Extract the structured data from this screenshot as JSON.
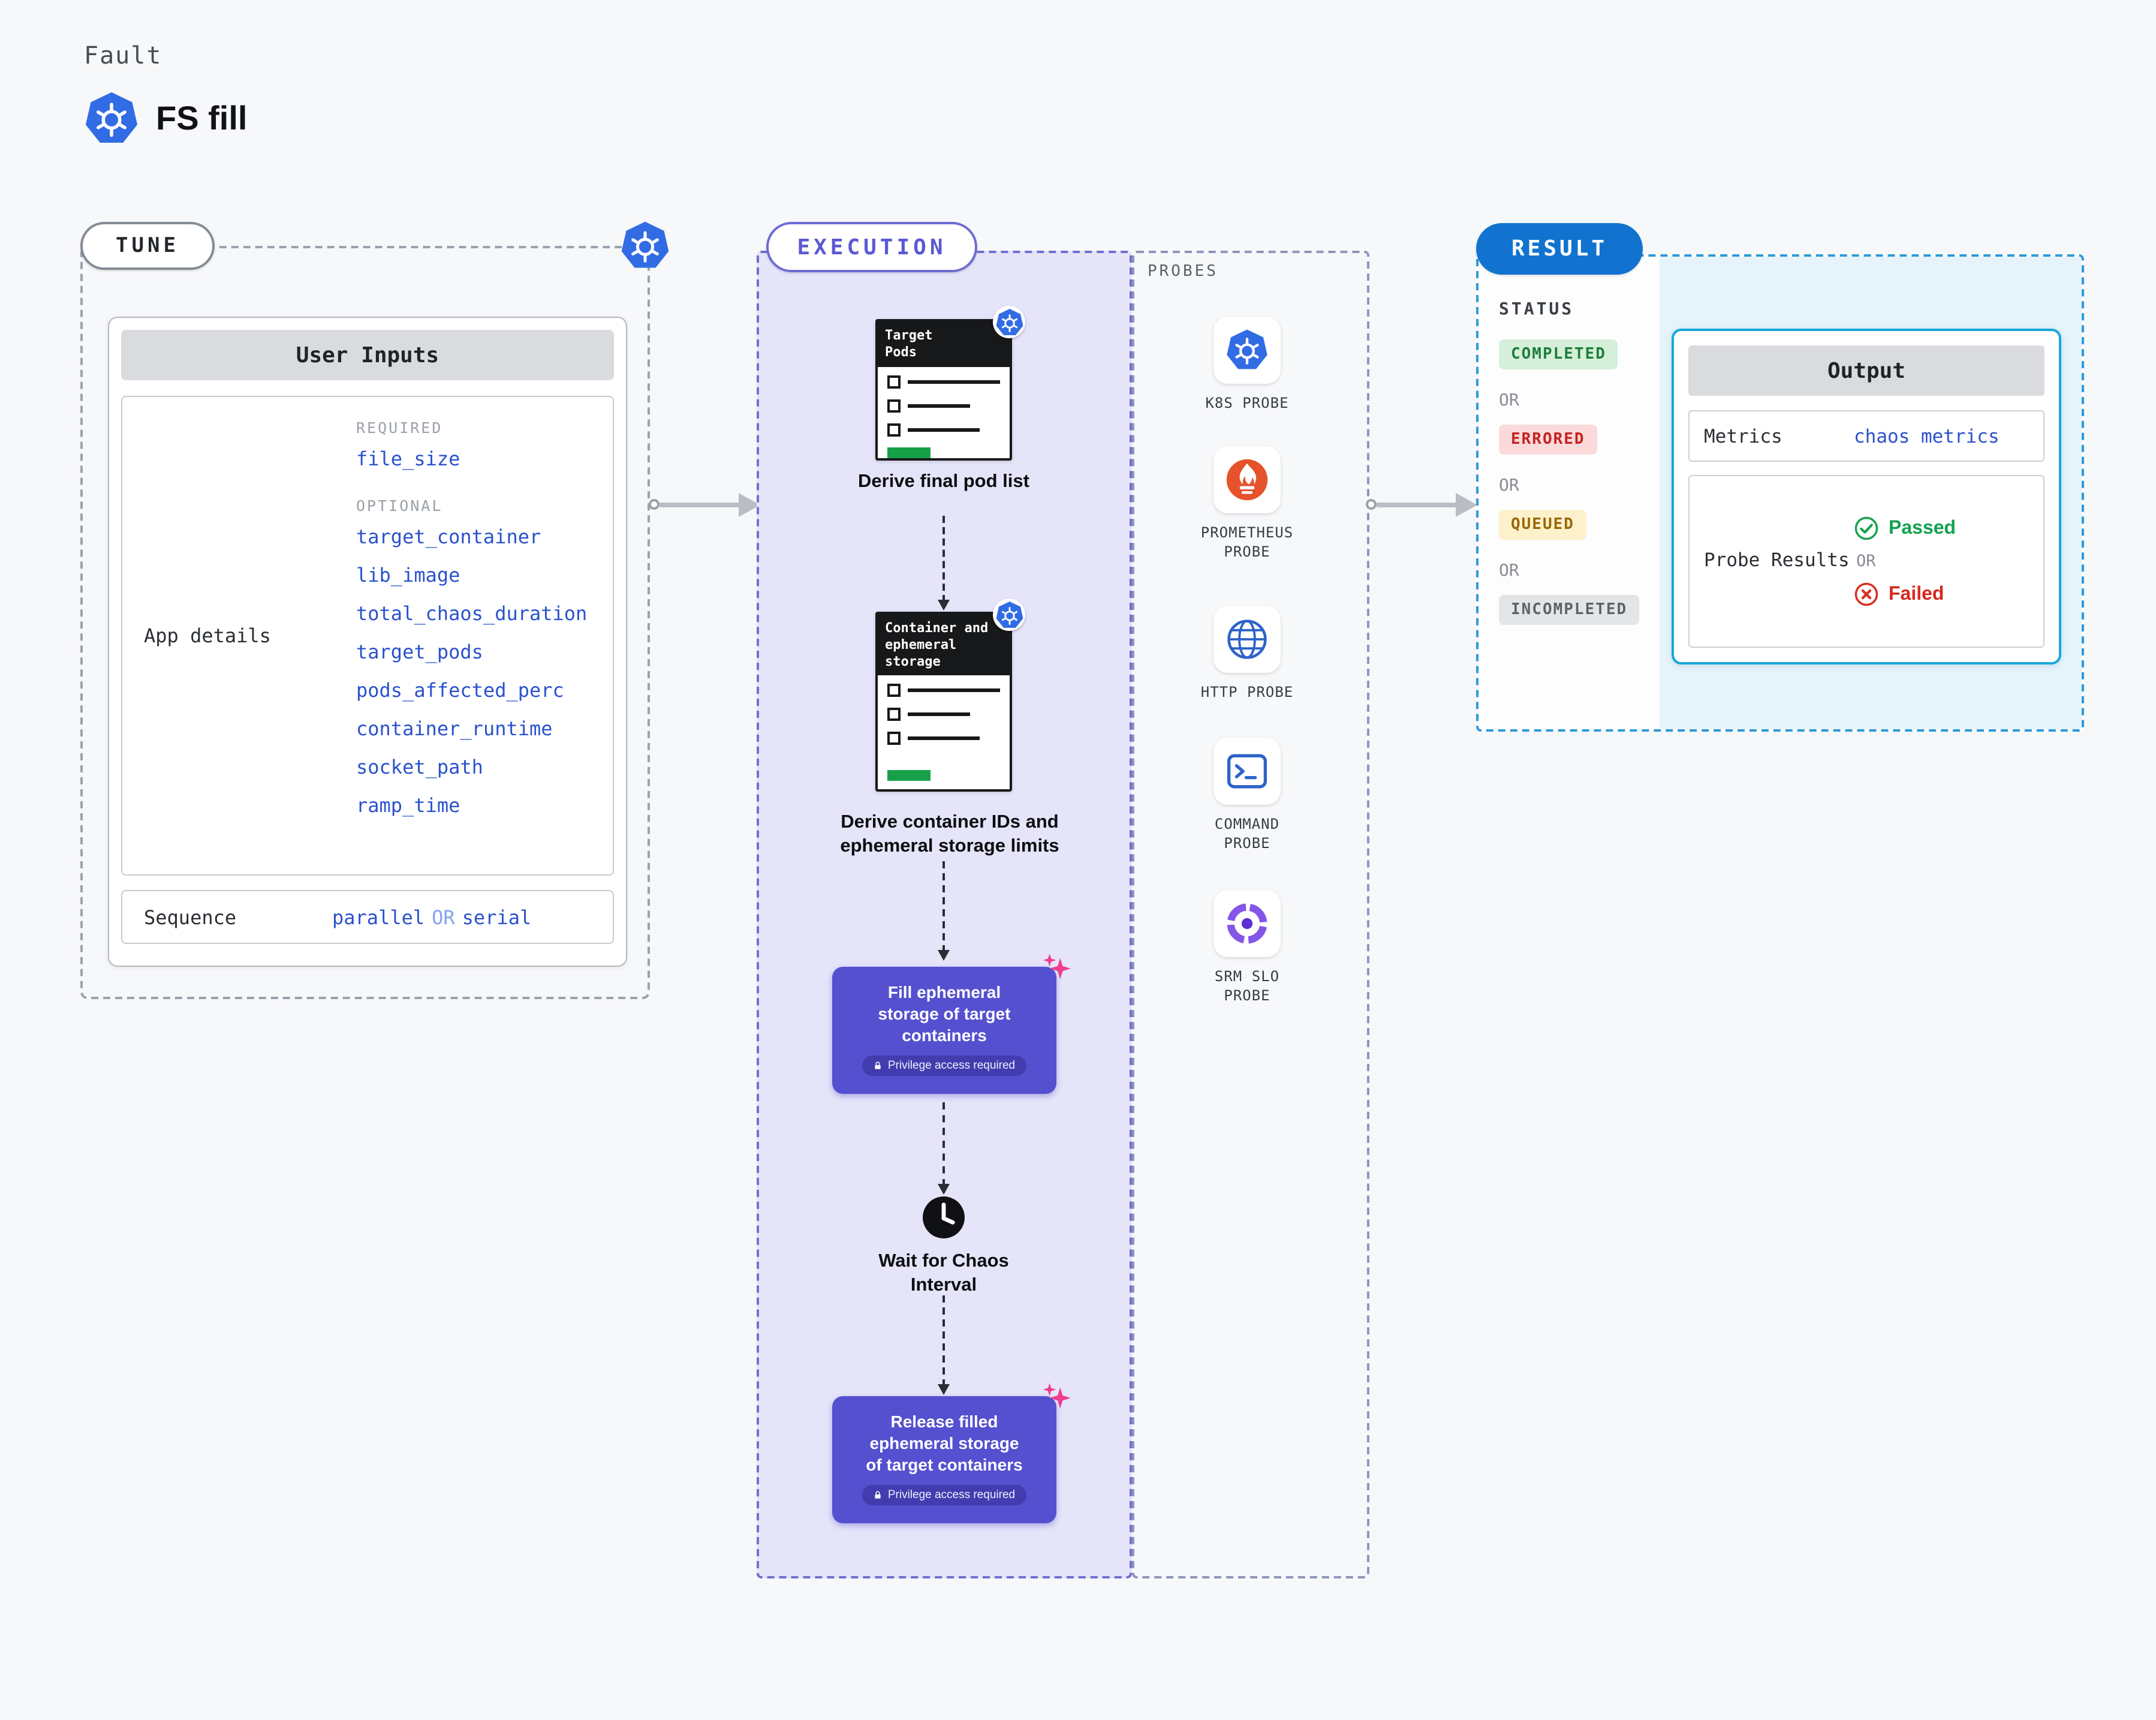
{
  "page": {
    "kind_label": "Fault",
    "title": "FS fill"
  },
  "tune": {
    "label": "TUNE",
    "user_inputs": {
      "header": "User Inputs",
      "app_details_label": "App details",
      "required_label": "REQUIRED",
      "required_fields": [
        "file_size"
      ],
      "optional_label": "OPTIONAL",
      "optional_fields": [
        "target_container",
        "lib_image",
        "total_chaos_duration",
        "target_pods",
        "pods_affected_perc",
        "container_runtime",
        "socket_path",
        "ramp_time"
      ],
      "sequence": {
        "label": "Sequence",
        "option_a": "parallel",
        "or": "OR",
        "option_b": "serial"
      }
    }
  },
  "execution": {
    "label": "EXECUTION",
    "steps": [
      {
        "type": "doc",
        "doc_title": "Target Pods",
        "caption": "Derive final pod list"
      },
      {
        "type": "doc",
        "doc_title": "Container and ephemeral storage",
        "caption": "Derive container IDs and ephemeral storage limits"
      },
      {
        "type": "action",
        "label": "Fill ephemeral storage of target containers",
        "badge": "Privilege access required"
      },
      {
        "type": "wait",
        "caption": "Wait for Chaos Interval"
      },
      {
        "type": "action",
        "label": "Release filled ephemeral storage of target containers",
        "badge": "Privilege access required"
      }
    ]
  },
  "probes": {
    "label": "PROBES",
    "items": [
      {
        "name": "K8S PROBE",
        "icon": "kubernetes-icon"
      },
      {
        "name": "PROMETHEUS PROBE",
        "icon": "prometheus-icon"
      },
      {
        "name": "HTTP PROBE",
        "icon": "globe-icon"
      },
      {
        "name": "COMMAND PROBE",
        "icon": "terminal-icon"
      },
      {
        "name": "SRM SLO PROBE",
        "icon": "slo-gauge-icon"
      }
    ]
  },
  "result": {
    "label": "RESULT",
    "status": {
      "label": "STATUS",
      "or_label": "OR",
      "badges": [
        {
          "text": "COMPLETED",
          "color": "#1d7f37"
        },
        {
          "text": "ERRORED",
          "color": "#c5221f"
        },
        {
          "text": "QUEUED",
          "color": "#9a6700"
        },
        {
          "text": "INCOMPLETED",
          "color": "#5f6368"
        }
      ]
    },
    "output": {
      "header": "Output",
      "metrics_label": "Metrics",
      "metrics_value": "chaos metrics",
      "probe_results_label": "Probe Results",
      "passed_label": "Passed",
      "or_label": "OR",
      "failed_label": "Failed"
    }
  },
  "colors": {
    "kubernetes_blue": "#326ce5",
    "field_blue": "#2b52cc",
    "execution_purple": "#5450cf",
    "result_pill_blue": "#1173cf",
    "output_border_cyan": "#17a7da",
    "completed_green": "#1d7f37",
    "errored_red": "#c5221f",
    "queued_amber": "#9a6700",
    "incompleted_gray": "#5f6368",
    "passed_green": "#12a150",
    "failed_red": "#d7281f",
    "sparkle_pink": "#ef3e8e",
    "prometheus_orange": "#e6522c"
  }
}
